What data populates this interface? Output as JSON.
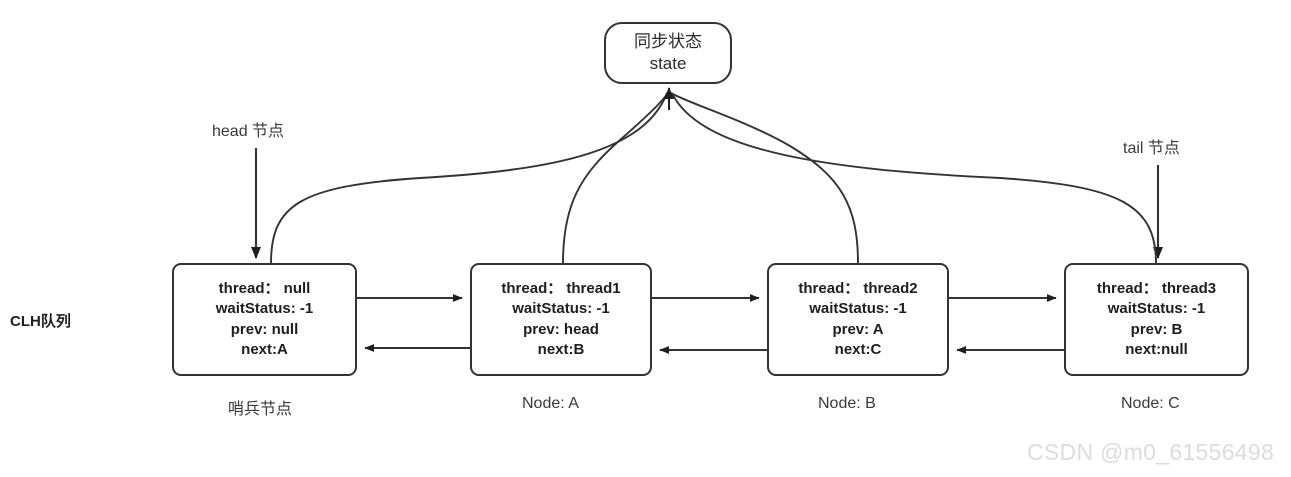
{
  "diagram": {
    "title_label": "CLH队列",
    "state": {
      "line1": "同步状态",
      "line2": "state"
    },
    "annotations": {
      "head": "head 节点",
      "tail": "tail 节点"
    },
    "nodes": [
      {
        "caption": "哨兵节点",
        "thread": "thread： null",
        "waitStatus": "waitStatus: -1",
        "prev": "prev: null",
        "next": "next:A"
      },
      {
        "caption": "Node: A",
        "thread": "thread： thread1",
        "waitStatus": "waitStatus: -1",
        "prev": "prev: head",
        "next": "next:B"
      },
      {
        "caption": "Node: B",
        "thread": "thread： thread2",
        "waitStatus": "waitStatus: -1",
        "prev": "prev: A",
        "next": "next:C"
      },
      {
        "caption": "Node: C",
        "thread": "thread： thread3",
        "waitStatus": "waitStatus: -1",
        "prev": "prev: B",
        "next": "next:null"
      }
    ],
    "watermark": "CSDN @m0_61556498",
    "colors": {
      "stroke": "#333333",
      "text": "#1e1e1e",
      "label": "#3a3a3a",
      "watermark": "#dcdcdc",
      "background": "#ffffff"
    }
  }
}
